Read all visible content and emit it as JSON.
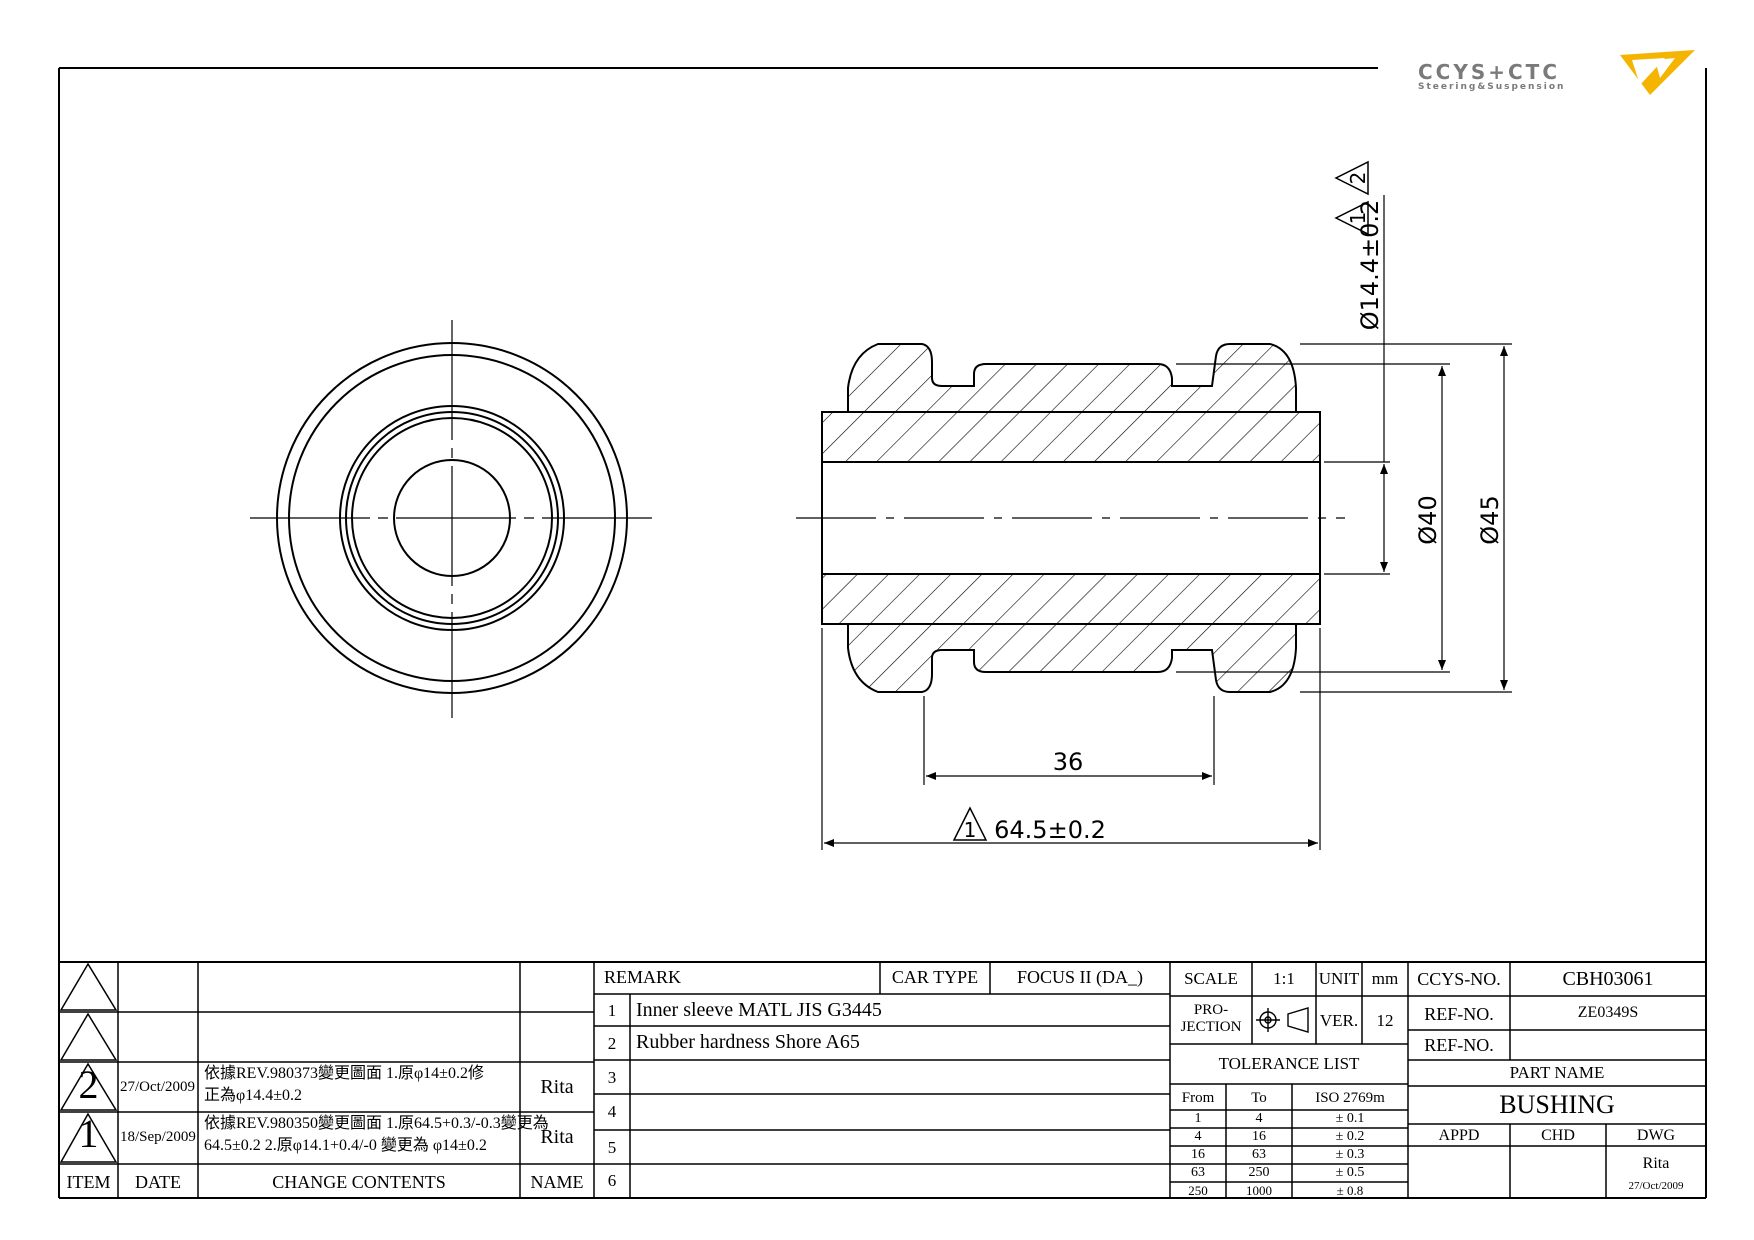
{
  "logo": {
    "brand": "CCYS+CTC",
    "tagline": "Steering&Suspension"
  },
  "dimensions": {
    "inner_bore": "Ø14.4±0.2",
    "outer_flange": "Ø45",
    "body": "Ø40",
    "groove_span": "36",
    "length": "64.5±0.2",
    "rev_mark_1": "1",
    "rev_mark_2": "2"
  },
  "revision_table": {
    "headers": {
      "item": "ITEM",
      "date": "DATE",
      "contents": "CHANGE CONTENTS",
      "name": "NAME"
    },
    "rows": [
      {
        "item": "2",
        "date": "27/Oct/2009",
        "line1": "依據REV.980373變更圖面  1.原φ14±0.2修",
        "line2": "正為φ14.4±0.2",
        "name": "Rita"
      },
      {
        "item": "1",
        "date": "18/Sep/2009",
        "line1": "依據REV.980350變更圖面  1.原64.5+0.3/-0.3變更為",
        "line2": "64.5±0.2  2.原φ14.1+0.4/-0 變更為 φ14±0.2",
        "name": "Rita"
      }
    ]
  },
  "remarks": {
    "header": "REMARK",
    "car_type_label": "CAR TYPE",
    "car_type": "FOCUS II (DA_)",
    "items": [
      {
        "no": "1",
        "text": "Inner sleeve MATL JIS G3445"
      },
      {
        "no": "2",
        "text": "Rubber hardness Shore A65"
      },
      {
        "no": "3",
        "text": ""
      },
      {
        "no": "4",
        "text": ""
      },
      {
        "no": "5",
        "text": ""
      },
      {
        "no": "6",
        "text": ""
      }
    ]
  },
  "spec": {
    "scale_label": "SCALE",
    "scale": "1:1",
    "unit_label": "UNIT",
    "unit": "mm",
    "projection_label_1": "PRO-",
    "projection_label_2": "JECTION",
    "ver_label": "VER.",
    "ver": "12",
    "tolerance_title": "TOLERANCE LIST",
    "tolerance_headers": {
      "from": "From",
      "to": "To",
      "std": "ISO 2769m"
    },
    "tolerances": [
      {
        "from": "1",
        "to": "4",
        "tol": "± 0.1"
      },
      {
        "from": "4",
        "to": "16",
        "tol": "± 0.2"
      },
      {
        "from": "16",
        "to": "63",
        "tol": "± 0.3"
      },
      {
        "from": "63",
        "to": "250",
        "tol": "± 0.5"
      },
      {
        "from": "250",
        "to": "1000",
        "tol": "± 0.8"
      }
    ]
  },
  "title_block": {
    "ccys_no_label": "CCYS-NO.",
    "ccys_no": "CBH03061",
    "ref_no_label": "REF-NO.",
    "ref_no": "ZE0349S",
    "ref_no_label_2": "REF-NO.",
    "ref_no_2": "",
    "part_name_label": "PART NAME",
    "part_name": "BUSHING",
    "appd_label": "APPD",
    "chd_label": "CHD",
    "dwg_label": "DWG",
    "dwg_name": "Rita",
    "dwg_date": "27/Oct/2009"
  }
}
